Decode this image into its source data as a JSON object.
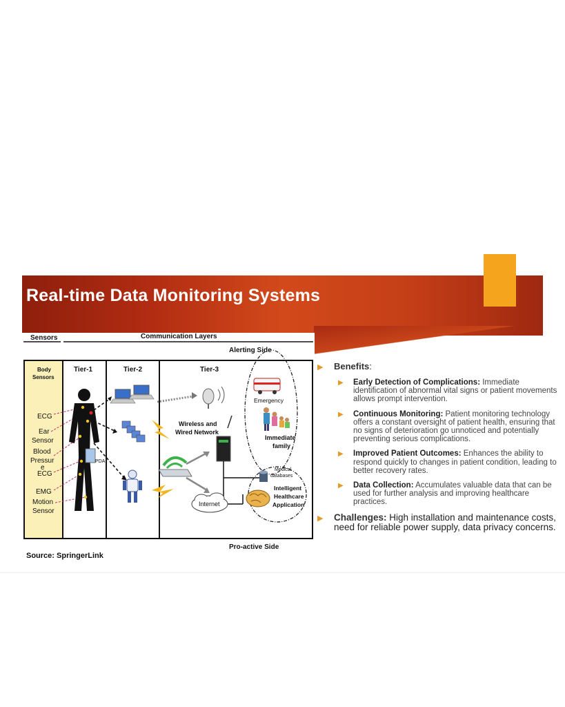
{
  "slide": {
    "title": "Real-time Data Monitoring Systems",
    "colors": {
      "banner": "#c43e17",
      "accent": "#f5a51d",
      "bullet_arrow": "#e39a2a",
      "sensor_column": "#fbf1b8"
    }
  },
  "diagram": {
    "header_sensors": "Sensors",
    "header_layers": "Communication Layers",
    "alerting": "Alerting Side",
    "proactive": "Pro-active Side",
    "body_sensors": "Body Sensors",
    "tier1": "Tier-1",
    "tier2": "Tier-2",
    "tier3": "Tier-3",
    "sensor_list": [
      "ECG",
      "Ear Sensor",
      "Blood Pressur e",
      "ECG",
      "EMG",
      "Motion Sensor"
    ],
    "wireless": "Wireless and Wired Network",
    "internet": "Internet",
    "emergency": "Emergency",
    "family": "Immediate family",
    "medical_db": "Medical databases",
    "intelligent": "Intelligent Healthcare Application",
    "pda": "PDA",
    "source": "Source: SpringerLink"
  },
  "bullets": {
    "benefits_label": "Benefits",
    "benefits_colon": ":",
    "items": [
      {
        "label": "Early Detection of Complications:",
        "text": " Immediate identification of abnormal vital signs or patient movements allows prompt intervention."
      },
      {
        "label": "Continuous Monitoring:",
        "text": " Patient monitoring technology offers a constant oversight of patient health, ensuring that no signs of deterioration go unnoticed and potentially preventing serious complications."
      },
      {
        "label": "Improved Patient Outcomes:",
        "text": " Enhances the ability to respond quickly to changes in patient condition, leading to better recovery rates."
      },
      {
        "label": "Data Collection:",
        "text": " Accumulates valuable data that can be used for further analysis and improving healthcare practices."
      }
    ],
    "challenges_label": "Challenges:",
    "challenges_text": " High installation and maintenance costs, need for reliable power supply, data privacy concerns."
  }
}
